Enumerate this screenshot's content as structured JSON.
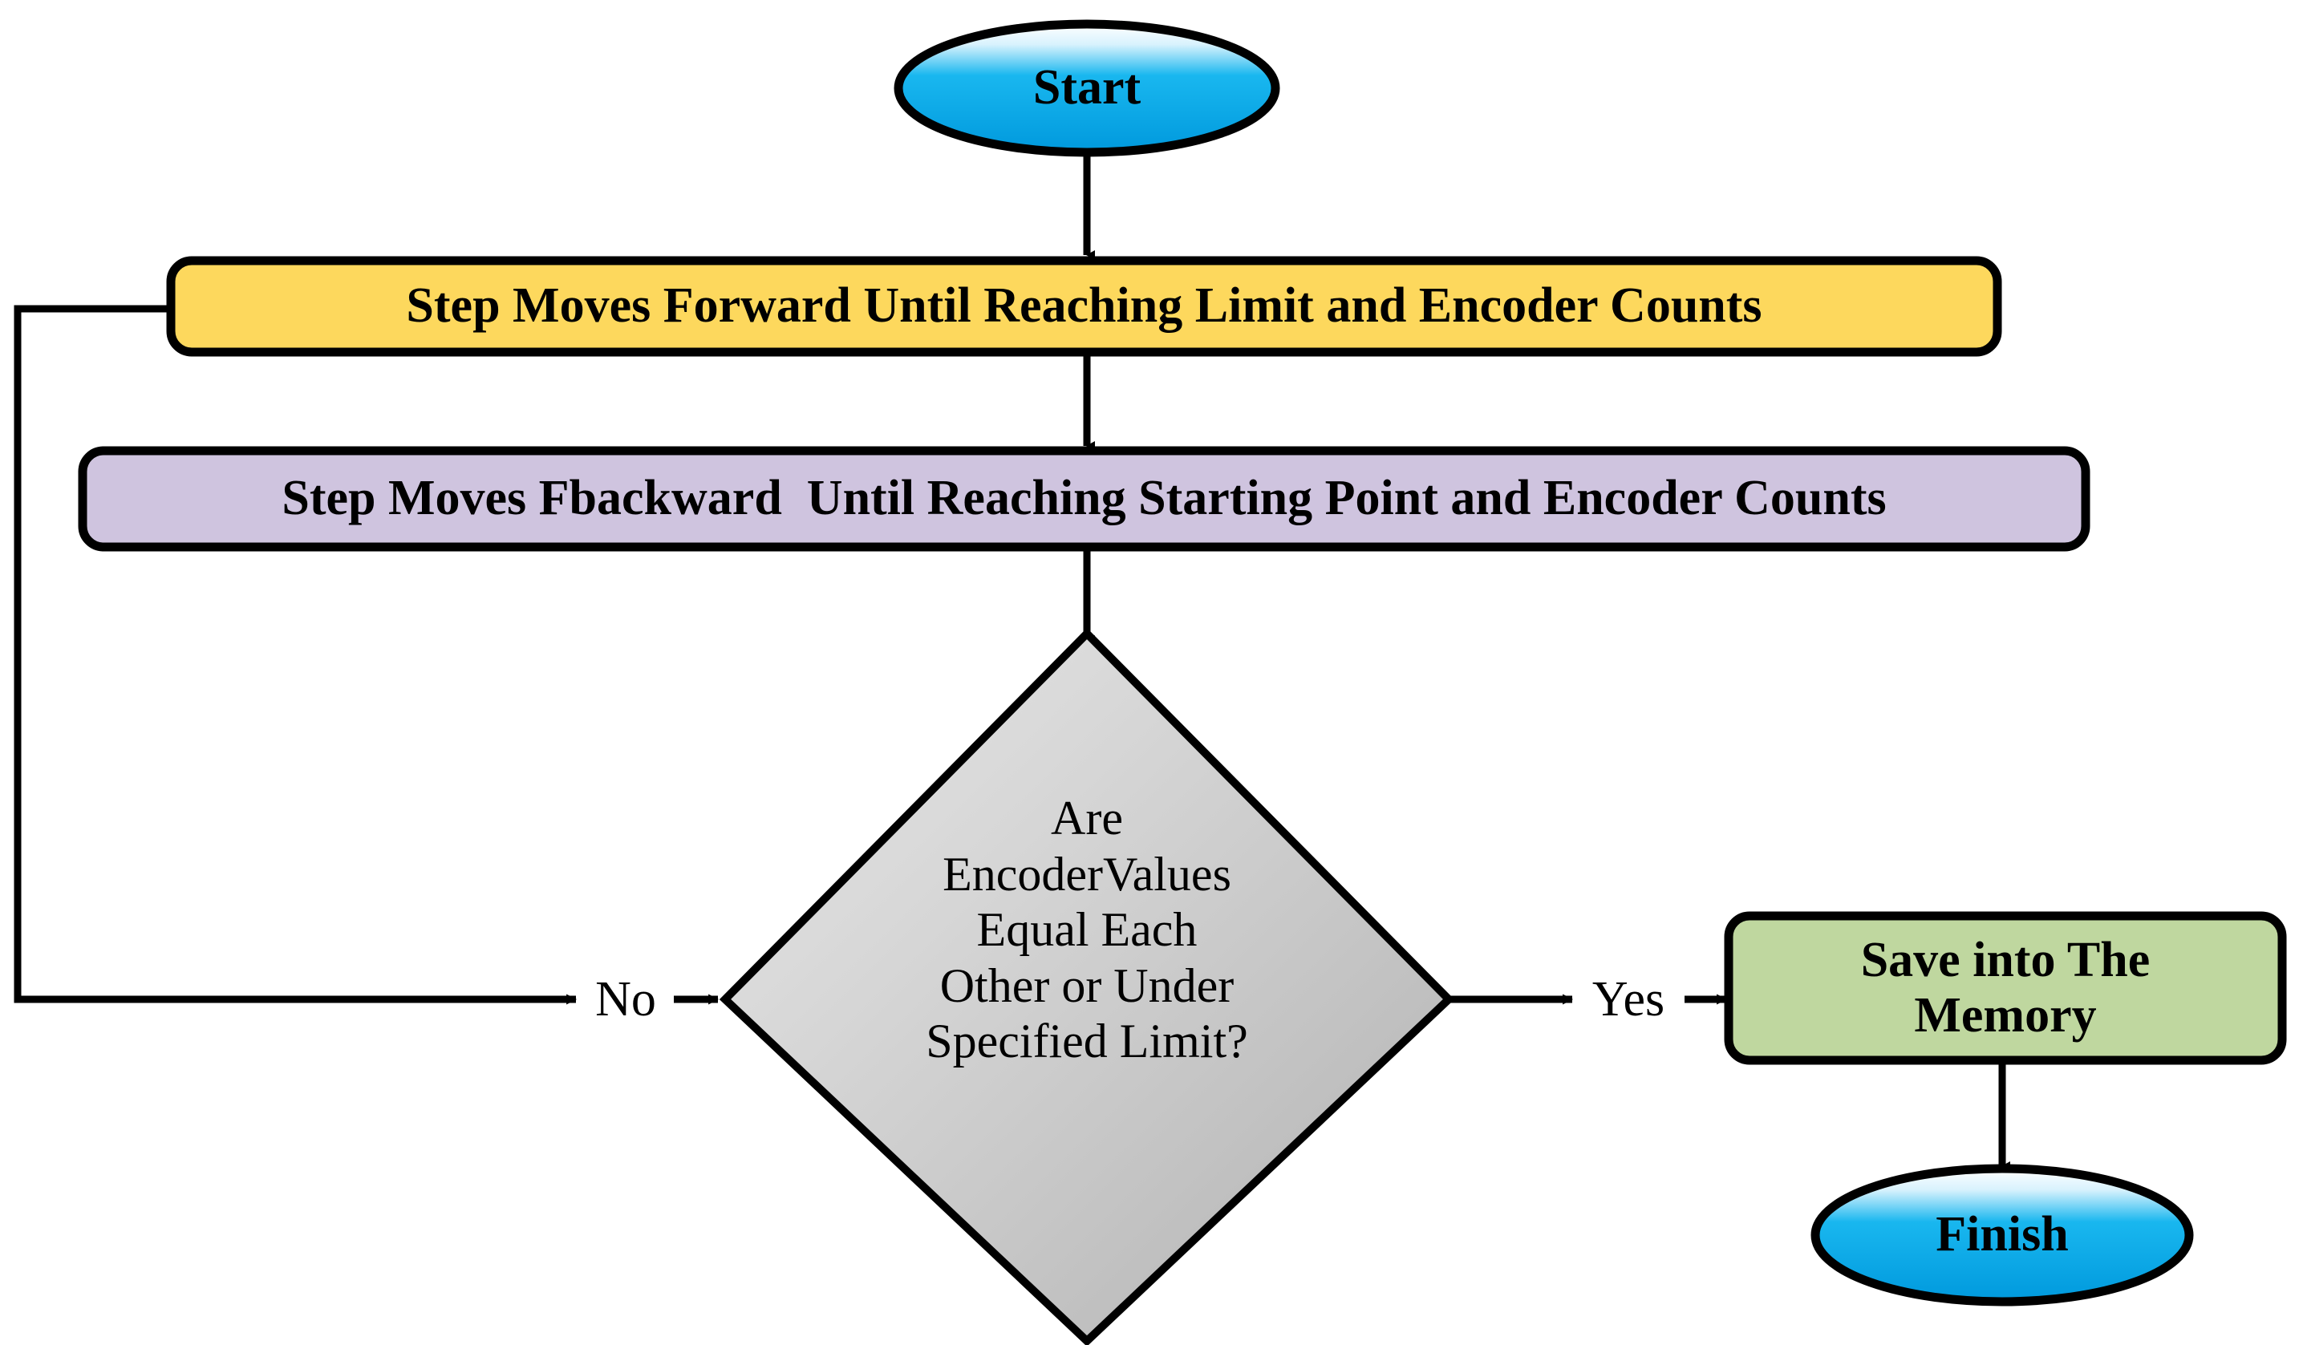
{
  "diagram": {
    "title": "Stepper Motor Encoder Calibration Flowchart",
    "background_color": "#ffffff",
    "stroke_color": "#000000"
  },
  "nodes": {
    "start": {
      "label": "Start",
      "shape": "ellipse",
      "fill_top": "#ffffff",
      "fill_bottom": "#00a6e8"
    },
    "step_forward": {
      "label": "Step Moves Forward Until Reaching Limit and Encoder Counts",
      "shape": "rounded-rect",
      "fill": "#fdd85d"
    },
    "step_backward": {
      "label": "Step Moves Fbackward  Until Reaching Starting Point and Encoder Counts",
      "shape": "rounded-rect",
      "fill": "#cfc4df"
    },
    "decision": {
      "label": "Are\nEncoderValues\nEqual Each\nOther or Under\nSpecified Limit?",
      "lines": [
        "Are",
        "EncoderValues",
        "Equal Each",
        "Other or Under",
        "Specified Limit?"
      ],
      "shape": "diamond",
      "fill_light": "#e2e2e2",
      "fill_dark": "#b5b5b5"
    },
    "save_memory": {
      "label": "Save into The\nMemory",
      "lines": [
        "Save into The",
        "Memory"
      ],
      "shape": "rounded-rect",
      "fill": "#bfd79f"
    },
    "finish": {
      "label": "Finish",
      "shape": "ellipse",
      "fill_top": "#ffffff",
      "fill_bottom": "#00a6e8"
    }
  },
  "edges": {
    "start_to_forward": {
      "label": ""
    },
    "forward_to_backward": {
      "label": ""
    },
    "backward_to_decision": {
      "label": ""
    },
    "decision_no": {
      "label": "No"
    },
    "decision_yes": {
      "label": "Yes"
    },
    "save_to_finish": {
      "label": ""
    }
  }
}
